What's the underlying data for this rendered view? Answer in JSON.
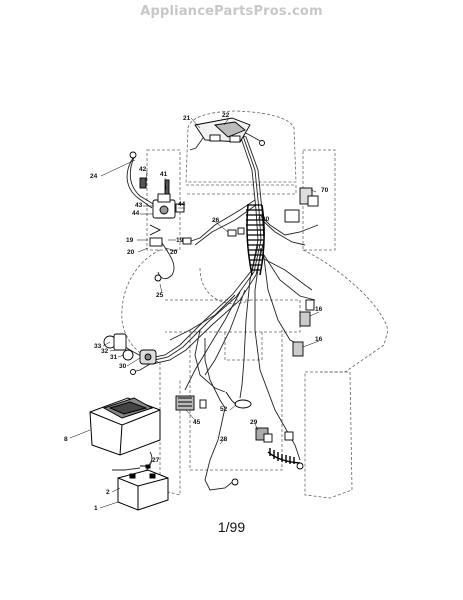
{
  "watermark": "AppliancePartsPros.com",
  "page_label": "1/99",
  "part_numbers": [
    "1",
    "2",
    "8",
    "16",
    "16",
    "19",
    "19",
    "20",
    "20",
    "21",
    "22",
    "24",
    "25",
    "26",
    "27",
    "28",
    "29",
    "30",
    "31",
    "32",
    "33",
    "41",
    "42",
    "43",
    "44",
    "44",
    "45",
    "52",
    "60",
    "70"
  ]
}
